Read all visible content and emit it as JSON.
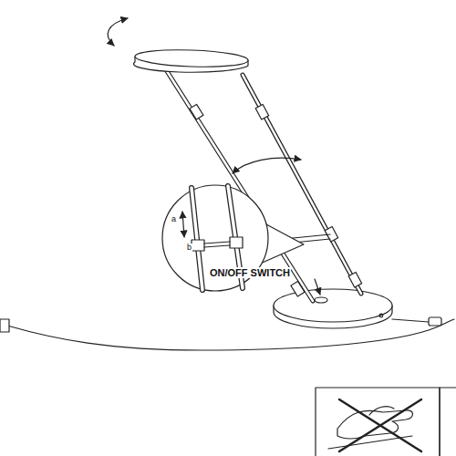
{
  "diagram": {
    "labels": [
      "a",
      "b",
      "ON/OFF SWITCH"
    ]
  }
}
